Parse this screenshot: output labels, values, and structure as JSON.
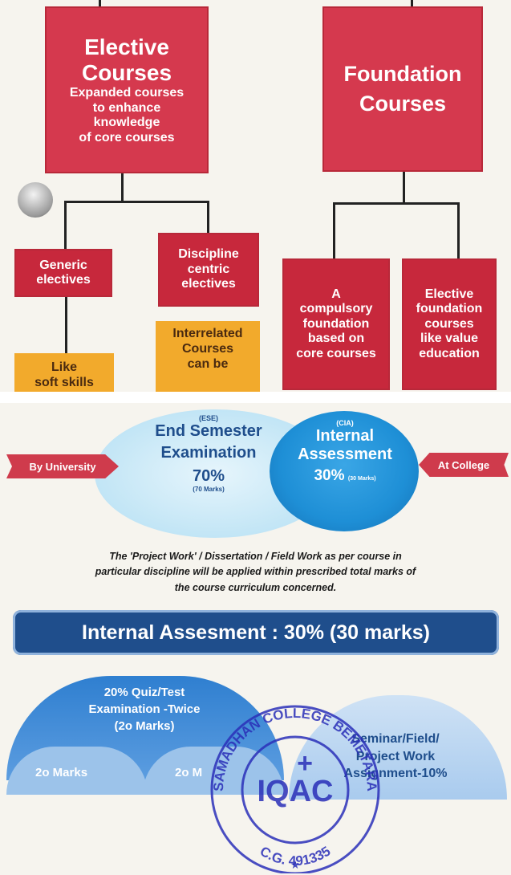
{
  "tree": {
    "elective": {
      "title_1": "Elective",
      "title_2": "Courses",
      "desc_1": "Expanded courses",
      "desc_2": "to enhance",
      "desc_3": "knowledge",
      "desc_4": "of core courses"
    },
    "foundation": {
      "title_1": "Foundation",
      "title_2": "Courses"
    },
    "generic": {
      "line_1": "Generic",
      "line_2": "electives"
    },
    "discipline": {
      "line_1": "Discipline",
      "line_2": "centric",
      "line_3": "electives"
    },
    "compulsory": {
      "line_1": "A",
      "line_2": "compulsory",
      "line_3": "foundation",
      "line_4": "based on",
      "line_5": "core courses"
    },
    "elective_foundation": {
      "line_1": "Elective",
      "line_2": "foundation",
      "line_3": "courses",
      "line_4": "like value",
      "line_5": "education"
    },
    "like_soft": {
      "line_1": "Like",
      "line_2": "soft skills"
    },
    "interrelated": {
      "line_1": "Interrelated",
      "line_2": "Courses",
      "line_3": "can be"
    }
  },
  "assessment": {
    "by_university": "By University",
    "at_college": "At College",
    "ese": {
      "abbr": "(ESE)",
      "line_1": "End Semester",
      "line_2": "Examination",
      "percent": "70%",
      "marks": "(70 Marks)"
    },
    "cia": {
      "abbr": "(CIA)",
      "line_1": "Internal",
      "line_2": "Assessment",
      "percent": "30%",
      "marks": "(30 Marks)"
    }
  },
  "note": {
    "line_1": "The 'Project Work' / Dissertation / Field Work as per course in",
    "line_2": "particular discipline will be applied within prescribed total marks of",
    "line_3": "the course curriculum concerned."
  },
  "internal": {
    "banner": "Internal Assesment : 30% (30 marks)",
    "quiz": {
      "line_1": "20% Quiz/Test",
      "line_2": "Examination -Twice",
      "line_3": "(2o Marks)"
    },
    "sub_left": "2o Marks",
    "sub_right": "2o M",
    "seminar": {
      "line_1": "Seminar/Field/",
      "line_2": "Project Work",
      "line_3": "Assignment-10%"
    }
  },
  "stamp": {
    "center": "IQAC",
    "ring_top": "SAMADHAN COLLEGE BEMETARA",
    "ring_bottom": "C.G. 491335"
  },
  "colors": {
    "red": "#d5394e",
    "orange": "#f2aa2c",
    "blue": "#1f4e8c",
    "light_blue": "#bfe4f5",
    "mid_blue": "#1e8fd6",
    "stamp": "#2a2fb8"
  }
}
